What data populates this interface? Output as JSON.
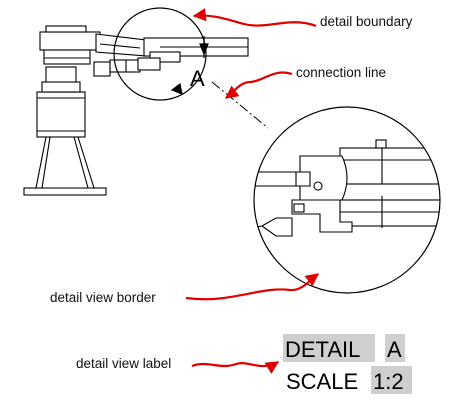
{
  "callouts": {
    "detail_boundary": "detail boundary",
    "connection_line": "connection line",
    "detail_view_border": "detail view border",
    "detail_view_label": "detail view label"
  },
  "detail_letter": "A",
  "label": {
    "line1_word": "DETAIL",
    "line1_letter": "A",
    "line2_word": "SCALE",
    "line2_scale": "1:2"
  },
  "colors": {
    "arrow": "#e00000",
    "ink": "#000000",
    "highlight": "#cfcfcf"
  }
}
